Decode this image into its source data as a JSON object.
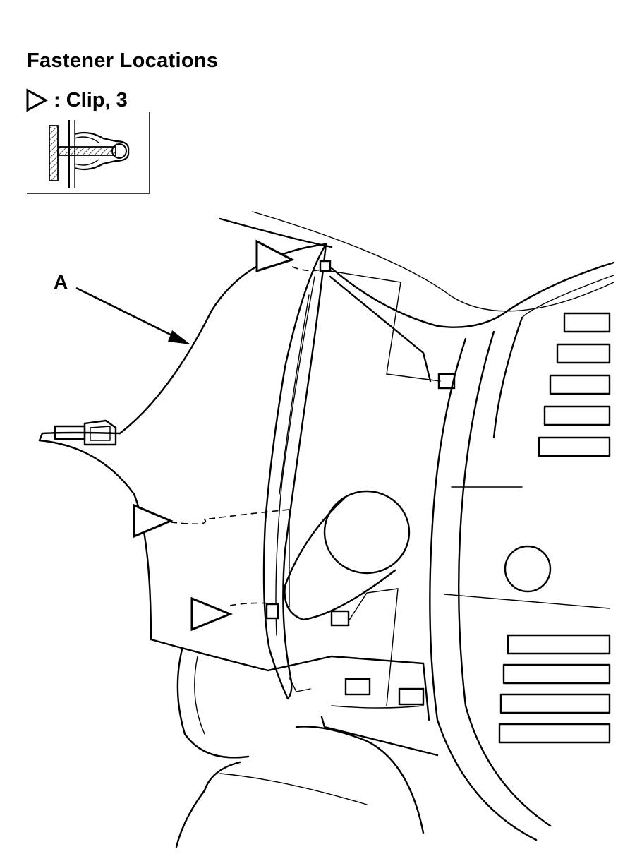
{
  "figure": {
    "title": "Fastener Locations",
    "legend": {
      "symbol_icon": "clip-triangle-icon",
      "label": ": Clip, 3"
    },
    "callout": "A"
  }
}
